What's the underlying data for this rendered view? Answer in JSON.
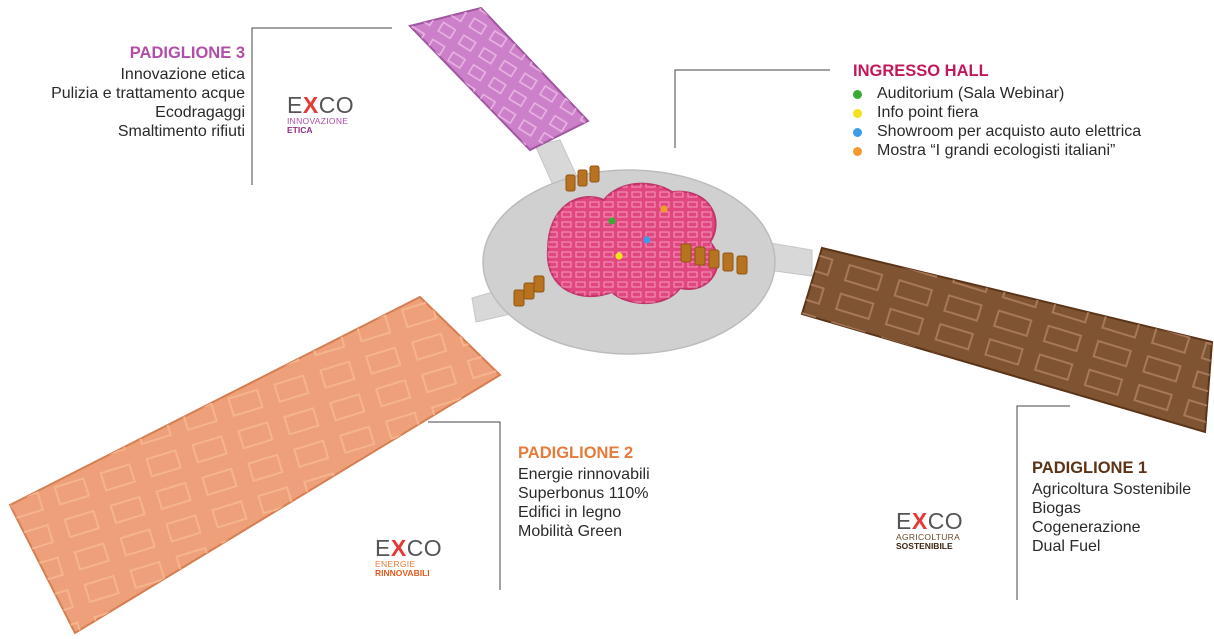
{
  "colors": {
    "pad3": "#b24ea8",
    "pad2": "#e77b3c",
    "pad1": "#5b3418",
    "ingresso": "#c2185b",
    "dot_green": "#3aaa35",
    "dot_yellow": "#f2e21a",
    "dot_blue": "#3d9be9",
    "dot_orange": "#f39a2b"
  },
  "ingresso": {
    "title": "INGRESSO HALL",
    "items": [
      {
        "label": "Auditorium (Sala Webinar)",
        "dot": "dot_green"
      },
      {
        "label": "Info point fiera",
        "dot": "dot_yellow"
      },
      {
        "label": "Showroom per acquisto auto elettrica",
        "dot": "dot_blue"
      },
      {
        "label": "Mostra “I grandi ecologisti italiani”",
        "dot": "dot_orange"
      }
    ]
  },
  "padiglione3": {
    "title": "PADIGLIONE 3",
    "items": [
      "Innovazione etica",
      "Pulizia e trattamento acque",
      "Ecodragaggi",
      "Smaltimento rifiuti"
    ],
    "logo": {
      "brand_e": "E",
      "brand_x": "X",
      "brand_co": "CO",
      "line1": "INNOVAZIONE",
      "line2": "ETICA"
    }
  },
  "padiglione2": {
    "title": "PADIGLIONE 2",
    "items": [
      "Energie rinnovabili",
      "Superbonus 110%",
      "Edifici in legno",
      "Mobilità Green"
    ],
    "logo": {
      "brand_e": "E",
      "brand_x": "X",
      "brand_co": "CO",
      "line1": "ENERGIE",
      "line2": "RINNOVABILI"
    }
  },
  "padiglione1": {
    "title": "PADIGLIONE 1",
    "items": [
      "Agricoltura Sostenibile",
      "Biogas",
      "Cogenerazione",
      "Dual Fuel"
    ],
    "logo": {
      "brand_e": "E",
      "brand_x": "X",
      "brand_co": "CO",
      "line1": "AGRICOLTURA",
      "line2": "SOSTENIBILE"
    }
  }
}
